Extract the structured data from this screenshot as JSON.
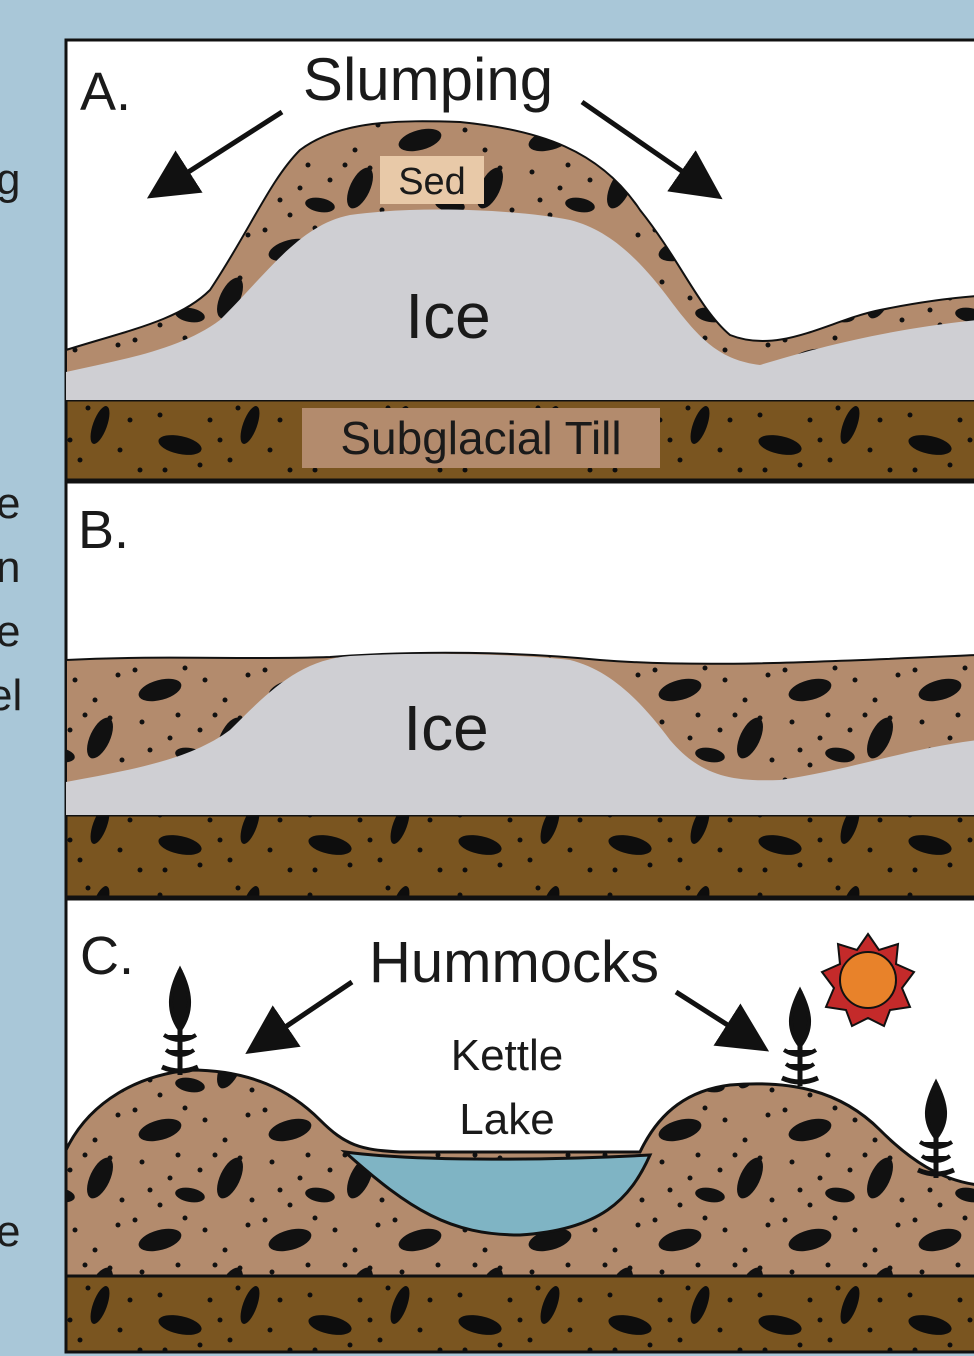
{
  "side_text_fragments": [
    "g",
    "e",
    "n",
    "e",
    "el",
    "e"
  ],
  "colors": {
    "background": "#a9c7d8",
    "sediment": "#b38b6d",
    "ice": "#cfcfd3",
    "till": "#7a5520",
    "till_label_box": "#b38b6d",
    "water": "#7fb4c4",
    "sun": "#e8822a",
    "sun_rays": "#c42a2a"
  },
  "panel_a": {
    "letter": "A.",
    "title": "Slumping",
    "sed_label": "Sed",
    "ice_label": "Ice",
    "till_label": "Subglacial Till"
  },
  "panel_b": {
    "letter": "B.",
    "ice_label": "Ice"
  },
  "panel_c": {
    "letter": "C.",
    "title": "Hummocks",
    "lake_label_line1": "Kettle",
    "lake_label_line2": "Lake"
  },
  "icons": [
    "arrow-icon",
    "tree-icon",
    "sun-icon"
  ]
}
